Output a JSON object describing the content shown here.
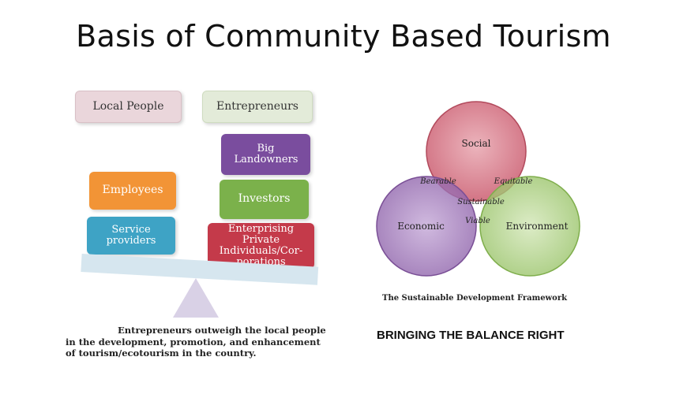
{
  "title": "Basis of Community Based Tourism",
  "scale": {
    "headers": {
      "local": "Local People",
      "entrepreneurs": "Entrepreneurs"
    },
    "local_items": [
      {
        "label": "Employees",
        "color": "#f29436"
      },
      {
        "label": "Service providers",
        "color": "#3ea3c5"
      }
    ],
    "entrepreneur_items": [
      {
        "label": "Big Landowners",
        "color": "#7a4d9e"
      },
      {
        "label": "Investors",
        "color": "#7bb14b"
      },
      {
        "label": "Enterprising Private Individuals/Cor-porations",
        "color": "#c43a4a"
      }
    ],
    "caption_line1": "Entrepreneurs outweigh the local people",
    "caption_line2": "in the development, promotion, and enhancement",
    "caption_line3": "of tourism/ecotourism in the country."
  },
  "venn": {
    "circles": [
      {
        "label": "Social",
        "color": "#c9566a"
      },
      {
        "label": "Economic",
        "color": "#8b5ea8"
      },
      {
        "label": "Environment",
        "color": "#95c163"
      }
    ],
    "overlaps": {
      "social_economic": "Bearable",
      "social_environment": "Equitable",
      "economic_environment": "Viable",
      "center": "Sustainable"
    },
    "title": "The Sustainable Development Framework"
  },
  "tagline": "BRINGING THE BALANCE RIGHT"
}
